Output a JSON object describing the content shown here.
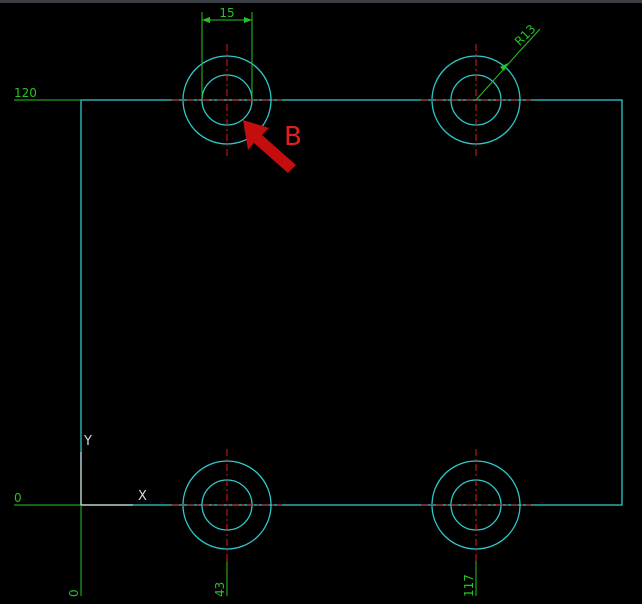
{
  "colors": {
    "background": "#000000",
    "geometry": "#2ec8c8",
    "centerline": "#e01818",
    "dimension": "#27c224",
    "axes": "#d8d8d8",
    "callout": "#c40d0d"
  },
  "dimensions": {
    "hole_width": "15",
    "radius": "R13",
    "top_ordinate": "120",
    "left_ordinate": "0",
    "x_zero": "0",
    "x_hole_1": "43",
    "x_hole_2": "117"
  },
  "axes": {
    "x_label": "X",
    "y_label": "Y"
  },
  "callout": {
    "label": "B"
  }
}
